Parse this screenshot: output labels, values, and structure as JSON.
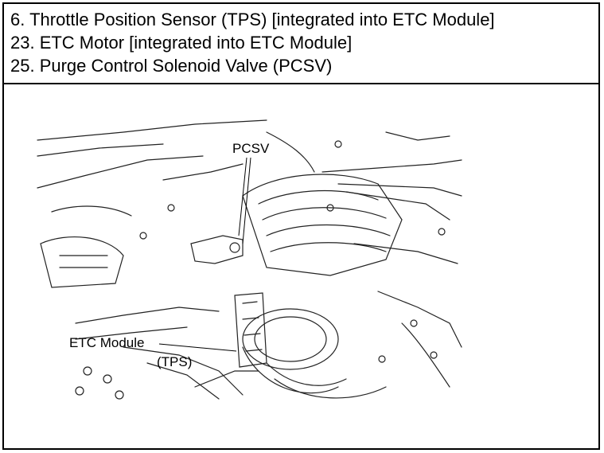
{
  "component_list": [
    "6. Throttle Position Sensor (TPS) [integrated into ETC Module]",
    "23. ETC Motor [integrated into ETC Module]",
    "25. Purge Control Solenoid Valve (PCSV)"
  ],
  "figure": {
    "callouts": {
      "pcsv": "PCSV",
      "etc_module": "ETC Module",
      "tps": "(TPS)"
    }
  }
}
